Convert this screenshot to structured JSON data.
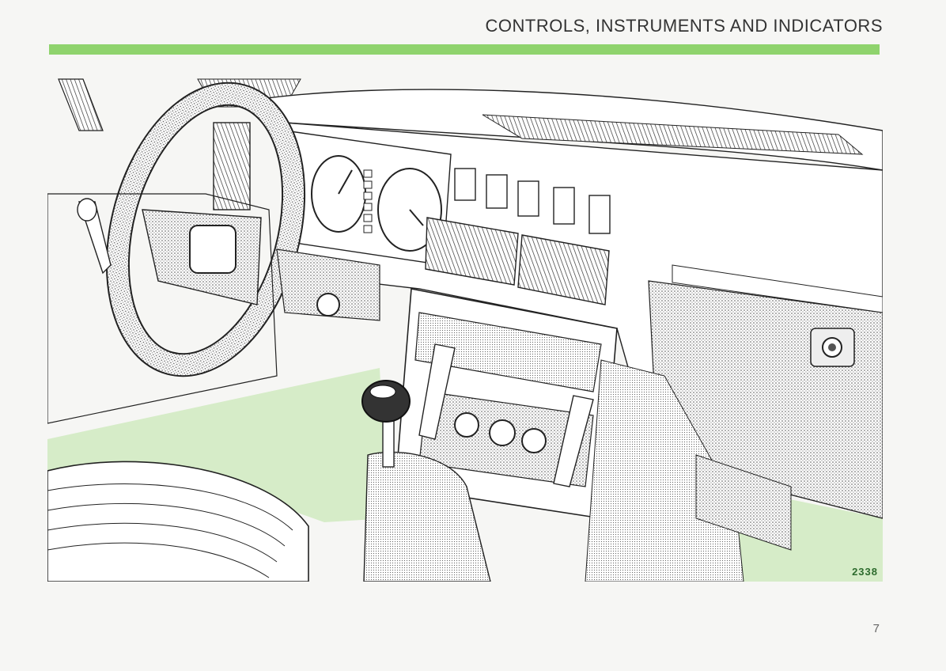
{
  "header": {
    "title": "CONTROLS, INSTRUMENTS AND INDICATORS",
    "rule_color": "#8fd36d"
  },
  "illustration": {
    "highlight_color": "#d6ecc8",
    "figure_number": "2338"
  },
  "footer": {
    "page_number": "7"
  }
}
